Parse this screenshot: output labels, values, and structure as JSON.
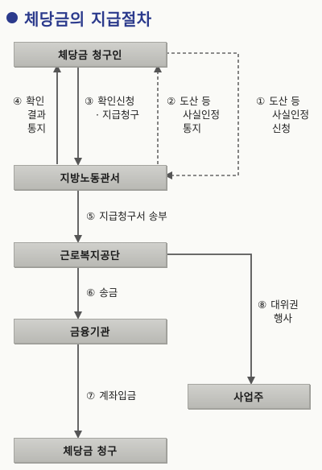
{
  "title": "체당금의 지급절차",
  "boxes": {
    "applicant": "체당금 청구인",
    "labor_office": "지방노동관서",
    "welfare_corp": "근로복지공단",
    "bank": "금융기관",
    "employer": "사업주",
    "final": "체당금 청구"
  },
  "steps": [
    {
      "num": "①",
      "lines": [
        "도산 등",
        "사실인정",
        "신청"
      ]
    },
    {
      "num": "②",
      "lines": [
        "도산 등",
        "사실인정",
        "통지"
      ]
    },
    {
      "num": "③",
      "lines": [
        "확인신청",
        "· 지급청구"
      ]
    },
    {
      "num": "④",
      "lines": [
        "확인",
        "결과",
        "통지"
      ]
    },
    {
      "num": "⑤",
      "lines": [
        "지급청구서 송부"
      ]
    },
    {
      "num": "⑥",
      "lines": [
        "송금"
      ]
    },
    {
      "num": "⑦",
      "lines": [
        "계좌입금"
      ]
    },
    {
      "num": "⑧",
      "lines": [
        "대위권",
        "행사"
      ]
    }
  ]
}
